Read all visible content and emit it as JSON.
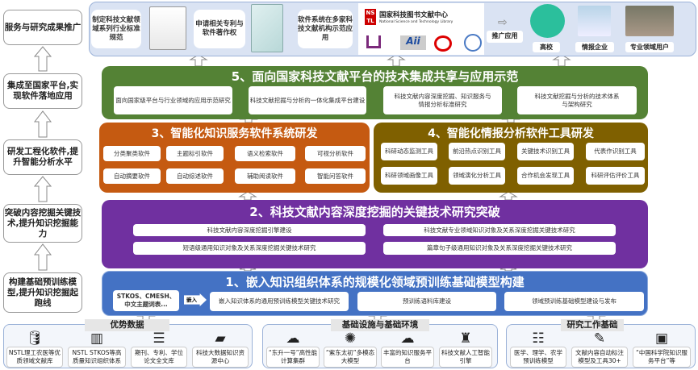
{
  "left_column": [
    "服务与研究成果推广",
    "集成至国家平台,实现软件落地应用",
    "研发工程化软件,提升智能分析水平",
    "突破内容挖掘关键技术,提升知识挖掘能力",
    "构建基础预训练模型,提升知识挖掘起跑线"
  ],
  "top_panel": {
    "items": [
      "制定科技文献领域系列行业标准规范",
      "申请相关专利与软件著作权",
      "软件系统在多家科技文献机构示范应用"
    ],
    "nstl_title": "国家科技图书文献中心",
    "nstl_subtitle": "National Science and Technology Library",
    "nstl_letters": "NSTL",
    "promote": "推广应用",
    "targets": [
      "高校",
      "情报企业",
      "专业领域用户"
    ]
  },
  "layer5": {
    "title": "5、面向国家科技文献平台的技术集成共享与应用示范",
    "items": [
      "面向国家级平台与行业领域的应用示范研究",
      "科技文献挖掘与分析的一体化集成平台建设",
      "科技文献内容深度挖掘、知识服务与情报分析标准研究",
      "科技文献挖掘与分析的技术体系与架构研究"
    ]
  },
  "layer3": {
    "title": "3、智能化知识服务软件系统研发",
    "items": [
      "分类聚类软件",
      "主题标引软件",
      "语义检索软件",
      "可视分析软件",
      "自动摘要软件",
      "自动综述软件",
      "辅助阅读软件",
      "智能问答软件"
    ]
  },
  "layer4": {
    "title": "4、智能化情报分析软件工具研发",
    "items": [
      "科研动态监测工具",
      "前沿热点识别工具",
      "关键技术识别工具",
      "代表作识别工具",
      "科研领域画像工具",
      "领域演化分析工具",
      "合作机会发现工具",
      "科研评估评价工具"
    ]
  },
  "layer2": {
    "title": "2、科技文献内容深度挖掘的关键技术研究突破",
    "items": [
      "科技文献内容深度挖掘引擎建设",
      "科技文献专业领域知识对象及关系深度挖掘关键技术研究",
      "短语级通用知识对象及关系深度挖掘关键技术研究",
      "篇章句子级通用知识对象及关系深度挖掘关键技术研究"
    ]
  },
  "layer1": {
    "title": "1、嵌入知识组织体系的规模化领域预训练基础模型构建",
    "kos": "STKOS、CMESH、中文主题词表...",
    "embed": "嵌入",
    "items": [
      "嵌入知识体系的通用预训练模型关键技术研究",
      "预训练语料库建设",
      "领域预训练基础模型建设与发布"
    ]
  },
  "bottom": [
    {
      "title": "优势数据",
      "items": [
        {
          "icon": "database-icon",
          "label": "NSTL理工农医等优质领域文献库"
        },
        {
          "icon": "books-icon",
          "label": "NSTL STKOS等高质量知识组织体系"
        },
        {
          "icon": "layers-icon",
          "label": "期刊、专利、学位论文全文库"
        },
        {
          "icon": "folder-icon",
          "label": "科技大数据知识资源中心"
        }
      ]
    },
    {
      "title": "基础设施与基础环境",
      "items": [
        {
          "icon": "cloud-computer-icon",
          "label": "“东升一号”高性能计算集群"
        },
        {
          "icon": "brain-icon",
          "label": "“紫东太初”多模态大模型"
        },
        {
          "icon": "cloud-service-icon",
          "label": "丰富的知识服务平台"
        },
        {
          "icon": "robot-icon",
          "label": "科技文献人工智能引擎"
        }
      ]
    },
    {
      "title": "研究工作基础",
      "items": [
        {
          "icon": "model-icon",
          "label": "医学、理学、农学预训练模型"
        },
        {
          "icon": "document-edit-icon",
          "label": "文献内容自动标注模型及工具30+"
        },
        {
          "icon": "monitor-chart-icon",
          "label": "“中国科学院知识服务平台”等"
        }
      ]
    }
  ],
  "colors": {
    "green": "#548235",
    "orange": "#c55a11",
    "olive": "#7f6000",
    "purple": "#7030a0",
    "blue": "#4472c4",
    "top_panel": "#dae3f3"
  }
}
